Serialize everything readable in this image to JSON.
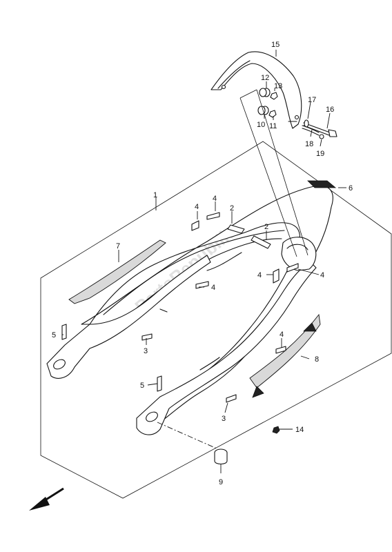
{
  "watermark": "PartsRepublik",
  "callouts": [
    {
      "id": "1",
      "label": "1"
    },
    {
      "id": "2a",
      "label": "2"
    },
    {
      "id": "2b",
      "label": "2"
    },
    {
      "id": "3a",
      "label": "3"
    },
    {
      "id": "3b",
      "label": "3"
    },
    {
      "id": "4a",
      "label": "4"
    },
    {
      "id": "4b",
      "label": "4"
    },
    {
      "id": "4c",
      "label": "4"
    },
    {
      "id": "4d",
      "label": "4"
    },
    {
      "id": "4e",
      "label": "4"
    },
    {
      "id": "4f",
      "label": "4"
    },
    {
      "id": "5a",
      "label": "5"
    },
    {
      "id": "5b",
      "label": "5"
    },
    {
      "id": "6",
      "label": "6"
    },
    {
      "id": "7",
      "label": "7"
    },
    {
      "id": "8",
      "label": "8"
    },
    {
      "id": "9",
      "label": "9"
    },
    {
      "id": "10",
      "label": "10"
    },
    {
      "id": "11",
      "label": "11"
    },
    {
      "id": "12",
      "label": "12"
    },
    {
      "id": "13",
      "label": "13"
    },
    {
      "id": "14",
      "label": "14"
    },
    {
      "id": "15",
      "label": "15"
    },
    {
      "id": "16",
      "label": "16"
    },
    {
      "id": "17",
      "label": "17"
    },
    {
      "id": "18",
      "label": "18"
    },
    {
      "id": "19",
      "label": "19"
    }
  ]
}
